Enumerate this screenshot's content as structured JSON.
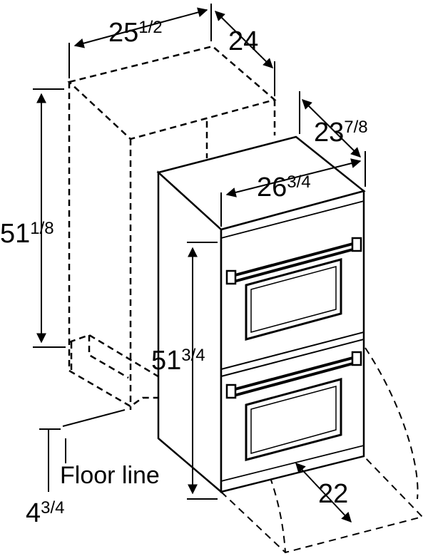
{
  "dimensions": {
    "cutout_width": {
      "whole": "25",
      "fraction": "1/2"
    },
    "cutout_depth": {
      "whole": "24",
      "fraction": ""
    },
    "cutout_height": {
      "whole": "51",
      "fraction": "1/8"
    },
    "oven_depth": {
      "whole": "23",
      "fraction": "7/8"
    },
    "oven_width": {
      "whole": "26",
      "fraction": "3/4"
    },
    "oven_height": {
      "whole": "51",
      "fraction": "3/4"
    },
    "door_clearance": {
      "whole": "22",
      "fraction": ""
    },
    "floor_offset": {
      "whole": "4",
      "fraction": "3/4"
    }
  },
  "labels": {
    "floor_line": "Floor line"
  },
  "colors": {
    "line": "#000000",
    "oven_body": "#ffffff",
    "background": "#ffffff"
  }
}
